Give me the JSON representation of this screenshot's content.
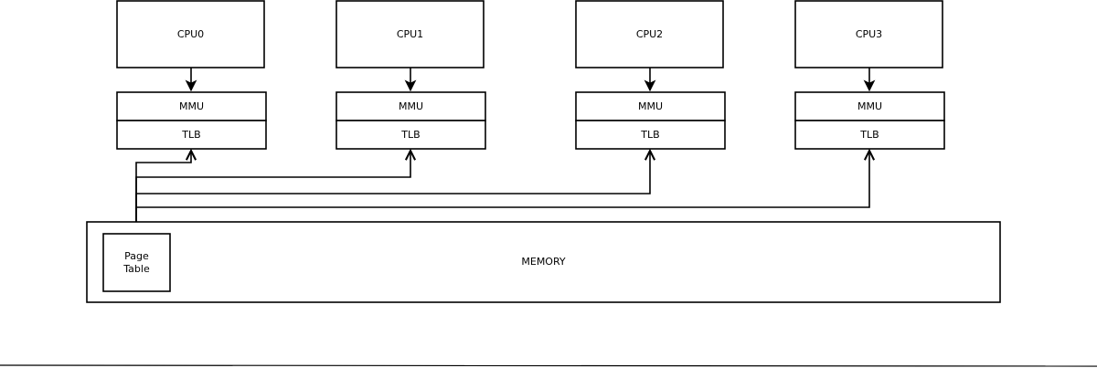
{
  "cpus": [
    {
      "label": "CPU0",
      "mmu_label": "MMU",
      "tlb_label": "TLB"
    },
    {
      "label": "CPU1",
      "mmu_label": "MMU",
      "tlb_label": "TLB"
    },
    {
      "label": "CPU2",
      "mmu_label": "MMU",
      "tlb_label": "TLB"
    },
    {
      "label": "CPU3",
      "mmu_label": "MMU",
      "tlb_label": "TLB"
    }
  ],
  "memory": {
    "label": "MEMORY",
    "page_table": {
      "line1": "Page",
      "line2": "Table"
    }
  },
  "colors": {
    "stroke": "#000000",
    "fill": "#ffffff",
    "text": "#000000"
  }
}
